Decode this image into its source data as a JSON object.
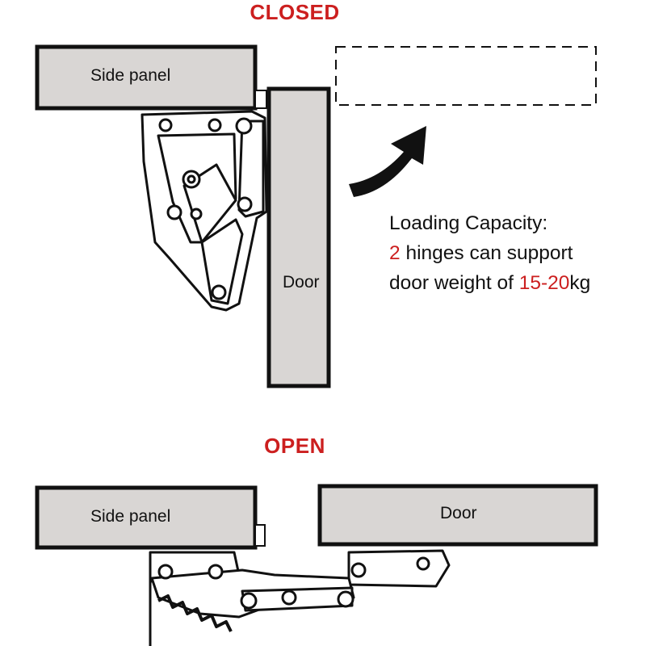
{
  "colors": {
    "accent_red": "#cc1f1f",
    "panel_fill": "#d9d6d4",
    "outline": "#111111"
  },
  "closed": {
    "title": "CLOSED",
    "side_panel_label": "Side panel",
    "door_label": "Door"
  },
  "capacity": {
    "line1": "Loading Capacity:",
    "count": "2",
    "line2_rest": " hinges can support",
    "line3_pre": "door weight of ",
    "weight_range": "15-20",
    "unit": "kg"
  },
  "open": {
    "title": "OPEN",
    "side_panel_label": "Side panel",
    "door_label": "Door"
  }
}
